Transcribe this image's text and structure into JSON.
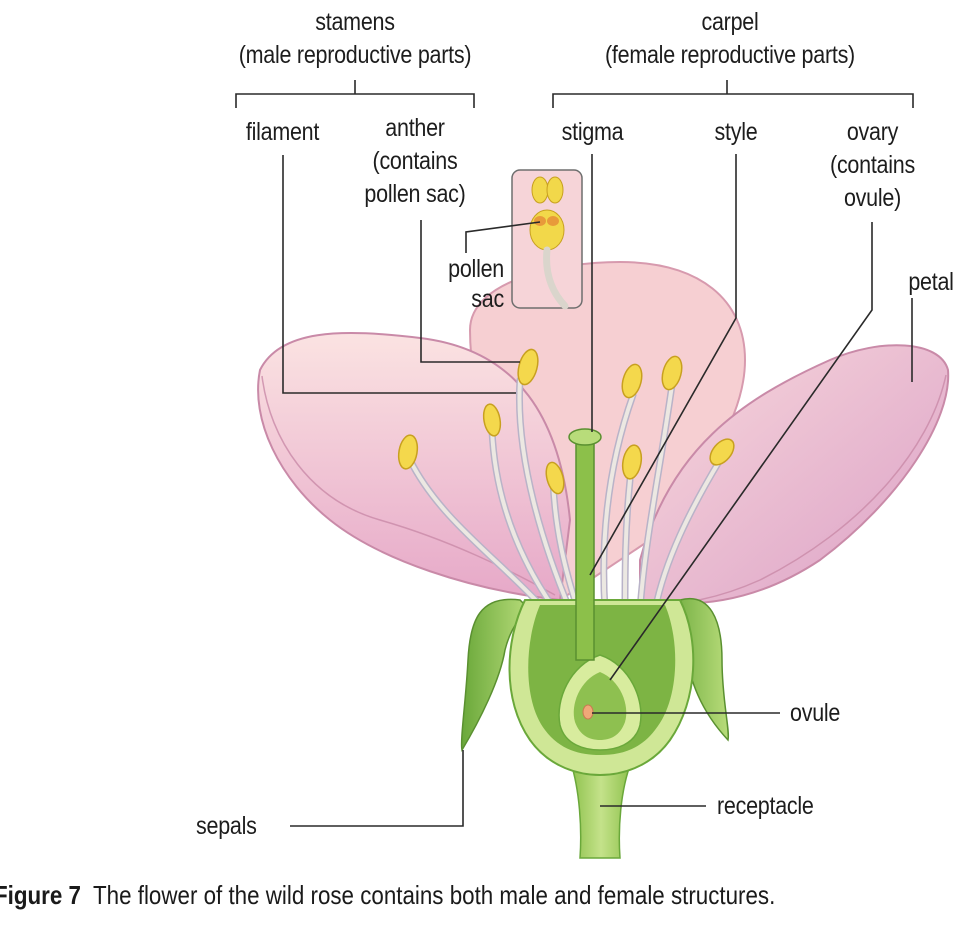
{
  "groups": {
    "stamens": {
      "title": "stamens",
      "subtitle": "(male reproductive parts)"
    },
    "carpel": {
      "title": "carpel",
      "subtitle": "(female reproductive parts)"
    }
  },
  "labels": {
    "filament": "filament",
    "anther": [
      "anther",
      "(contains",
      "pollen sac)"
    ],
    "pollen_sac": [
      "pollen",
      "sac"
    ],
    "stigma": "stigma",
    "style": "style",
    "ovary": [
      "ovary",
      "(contains",
      "ovule)"
    ],
    "petal": "petal",
    "ovule": "ovule",
    "receptacle": "receptacle",
    "sepals": "sepals"
  },
  "caption": {
    "figure_number": "Figure 7",
    "text": "The flower of the wild rose contains both male and female structures."
  },
  "colors": {
    "petal_fill": "#f0c4d4",
    "petal_edge": "#c98aa8",
    "petal_light": "#fbe3e2",
    "anther": "#f2d84a",
    "filament": "#e6e2dc",
    "green_dark": "#6aa83a",
    "green_mid": "#9bcc5a",
    "green_light": "#cfe796",
    "ovule": "#f0a878",
    "inset_bg": "#f6d4d8",
    "leader": "#2a2a2a"
  }
}
